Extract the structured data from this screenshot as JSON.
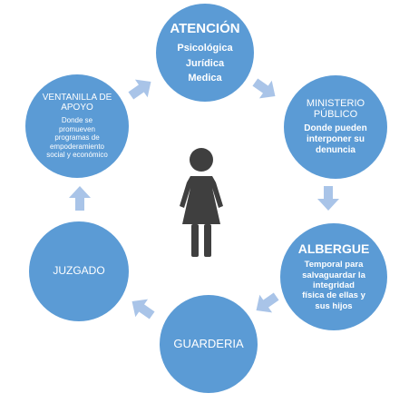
{
  "nodes": {
    "atencion": {
      "title": "ATENCIÓN",
      "items": [
        "Psicológica",
        "Jurídica",
        "Medica"
      ]
    },
    "ministerio": {
      "title_line1": "MINISTERIO",
      "title_line2": "PÚBLICO",
      "desc_line1": "Donde pueden",
      "desc_line2": "interponer su",
      "desc_line3": "denuncia"
    },
    "albergue": {
      "title": "ALBERGUE",
      "desc_line1": "Temporal para",
      "desc_line2": "salvaguardar  la",
      "desc_line3": "integridad",
      "desc_line4": "física de ellas y",
      "desc_line5": "sus hijos"
    },
    "guarderia": {
      "title": "GUARDERIA"
    },
    "juzgado": {
      "title": "JUZGADO"
    },
    "ventanilla": {
      "title_line1": "VENTANILLA DE",
      "title_line2": "APOYO",
      "desc_line1": "Donde se",
      "desc_line2": "promueven",
      "desc_line3": "programas de",
      "desc_line4": "empoderamiento",
      "desc_line5": "social y económico"
    }
  },
  "center_icon": "woman-icon",
  "colors": {
    "circle": "#5b9bd5",
    "arrow": "#a9c4e8",
    "figure": "#3f3f3f"
  }
}
